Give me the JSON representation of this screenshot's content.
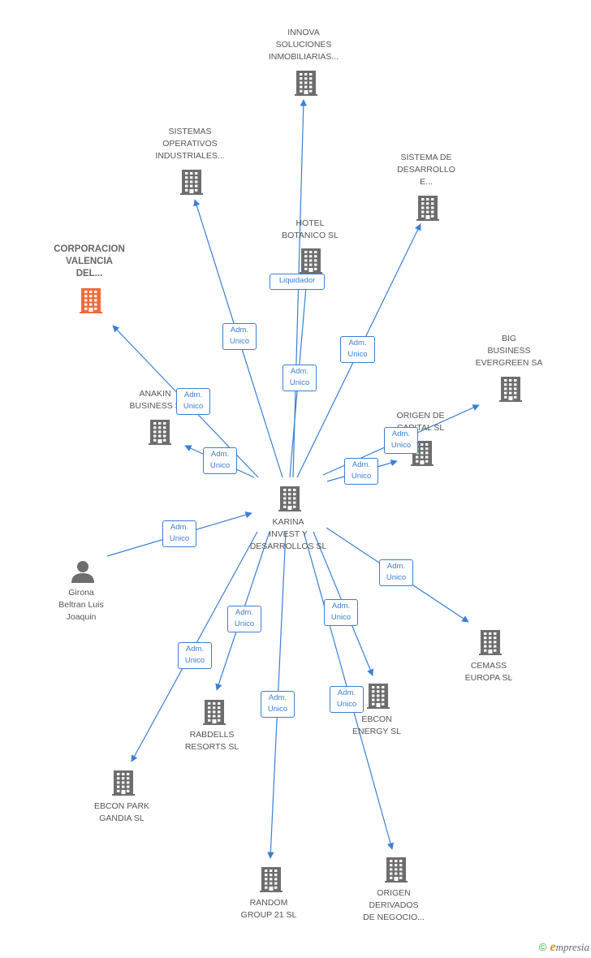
{
  "diagram": {
    "center": {
      "id": "karina",
      "label": "KARINA\nINVEST Y\nDESARROLLOS SL"
    },
    "nodes": [
      {
        "id": "innova",
        "type": "company",
        "label": "INNOVA\nSOLUCIONES\nINMOBILIARIAS..."
      },
      {
        "id": "sistemas_op",
        "type": "company",
        "label": "SISTEMAS\nOPERATIVOS\nINDUSTRIALES..."
      },
      {
        "id": "sistema_des",
        "type": "company",
        "label": "SISTEMA DE\nDESARROLLO\nE..."
      },
      {
        "id": "hotel",
        "type": "company",
        "label": "HOTEL\nBOTANICO SL"
      },
      {
        "id": "corporacion",
        "type": "company",
        "highlight": true,
        "label": "CORPORACION\nVALENCIA\nDEL..."
      },
      {
        "id": "big",
        "type": "company",
        "label": "BIG\nBUSINESS\nEVERGREEN SA"
      },
      {
        "id": "anakin",
        "type": "company",
        "label": "ANAKIN\nBUSINESS S"
      },
      {
        "id": "origen_cap",
        "type": "company",
        "label": "ORIGEN DE\nCAPITAL SL"
      },
      {
        "id": "karina",
        "type": "company",
        "label": "KARINA\nINVEST Y\nDESARROLLOS SL"
      },
      {
        "id": "girona",
        "type": "person",
        "label": "Girona\nBeltran Luis\nJoaquin"
      },
      {
        "id": "cemass",
        "type": "company",
        "label": "CEMASS\nEUROPA SL"
      },
      {
        "id": "rabdells",
        "type": "company",
        "label": "RABDELLS\nRESORTS SL"
      },
      {
        "id": "ebcon_energy",
        "type": "company",
        "label": "EBCON\nENERGY SL"
      },
      {
        "id": "ebcon_park",
        "type": "company",
        "label": "EBCON PARK\nGANDIA SL"
      },
      {
        "id": "random",
        "type": "company",
        "label": "RANDOM\nGROUP 21 SL"
      },
      {
        "id": "origen_der",
        "type": "company",
        "label": "ORIGEN\nDERIVADOS\nDE NEGOCIO..."
      }
    ],
    "edges": [
      {
        "from": "karina",
        "to": "innova",
        "label": "Adm.\nUnico"
      },
      {
        "from": "karina",
        "to": "sistemas_op",
        "label": "Adm.\nUnico"
      },
      {
        "from": "karina",
        "to": "hotel",
        "label": "Liquidador"
      },
      {
        "from": "karina",
        "to": "sistema_des",
        "label": "Adm.\nUnico"
      },
      {
        "from": "karina",
        "to": "corporacion",
        "label": "Adm.\nUnico"
      },
      {
        "from": "karina",
        "to": "anakin",
        "label": "Adm.\nUnico"
      },
      {
        "from": "karina",
        "to": "big",
        "label": "Adm.\nUnico"
      },
      {
        "from": "karina",
        "to": "origen_cap",
        "label": "Adm.\nUnico"
      },
      {
        "from": "girona",
        "to": "karina",
        "label": "Adm.\nUnico"
      },
      {
        "from": "karina",
        "to": "cemass",
        "label": "Adm.\nUnico"
      },
      {
        "from": "karina",
        "to": "rabdells",
        "label": "Adm.\nUnico"
      },
      {
        "from": "karina",
        "to": "ebcon_energy",
        "label": "Adm.\nUnico"
      },
      {
        "from": "karina",
        "to": "ebcon_park",
        "label": "Adm.\nUnico"
      },
      {
        "from": "karina",
        "to": "random",
        "label": "Adm.\nUnico"
      },
      {
        "from": "karina",
        "to": "origen_der",
        "label": "Adm.\nUnico"
      }
    ]
  },
  "footer": {
    "copyright": "©",
    "brand_initial": "e",
    "brand_rest": "mpresia"
  },
  "colors": {
    "edge": "#3a7fd5",
    "node_icon": "#6d6d6d",
    "highlight_icon": "#f26a3a",
    "edge_label_border": "#3a7fd5"
  },
  "icons": {
    "company": "building-icon",
    "person": "person-icon"
  }
}
